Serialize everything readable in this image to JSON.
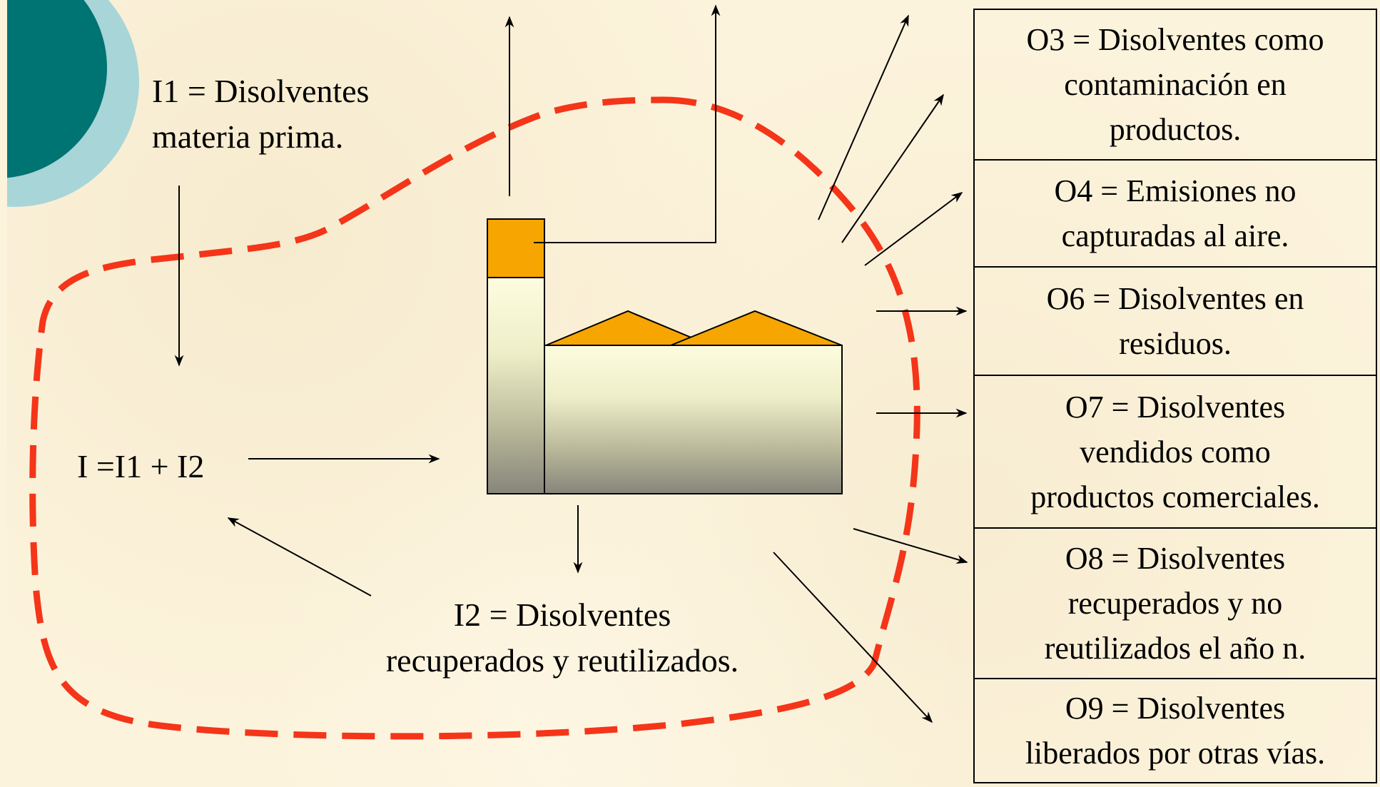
{
  "inputs": {
    "i1": [
      "I1 = Disolventes",
      "materia prima."
    ],
    "total": "I =I1 + I2",
    "i2": [
      "I2 = Disolventes",
      "recuperados y reutilizados."
    ]
  },
  "outputs": [
    {
      "id": "o3",
      "lines": [
        "O3 = Disolventes como",
        "contaminación en",
        "productos."
      ]
    },
    {
      "id": "o4",
      "lines": [
        "O4 = Emisiones no",
        "capturadas al aire."
      ]
    },
    {
      "id": "o6",
      "lines": [
        "O6 = Disolventes en",
        "residuos."
      ]
    },
    {
      "id": "o7",
      "lines": [
        "O7 = Disolventes",
        "vendidos como",
        "productos comerciales."
      ]
    },
    {
      "id": "o8",
      "lines": [
        "O8 = Disolventes",
        "recuperados y no",
        "reutilizados el año n."
      ]
    },
    {
      "id": "o9",
      "lines": [
        "O9 = Disolventes",
        "liberados por otras vías."
      ]
    }
  ],
  "colors": {
    "boundary": "#f43519",
    "factory_roof": "#f7a500",
    "teal_dark": "#007373",
    "teal_light": "#a8d5d8"
  }
}
